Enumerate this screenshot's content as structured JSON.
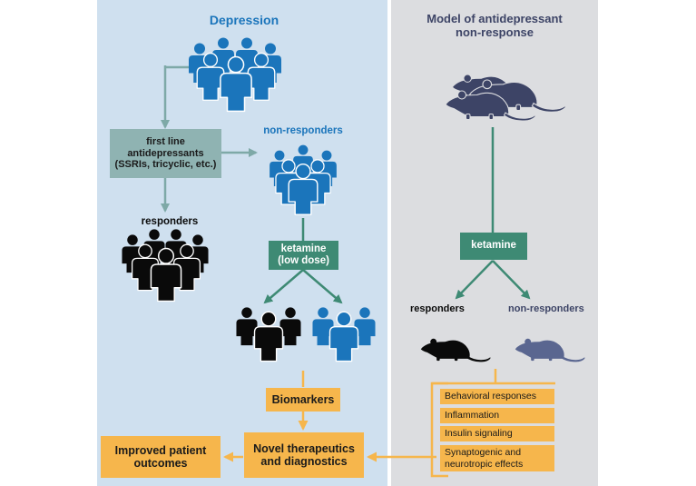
{
  "left_panel": {
    "title": "Depression",
    "first_line_box": [
      "first line",
      "antidepressants",
      "(SSRIs, tricyclic, etc.)"
    ],
    "non_responders_label": "non-responders",
    "responders_label": "responders",
    "ketamine_box": [
      "ketamine",
      "(low dose)"
    ],
    "biomarkers_label": "Biomarkers",
    "novel_box": [
      "Novel therapeutics",
      "and diagnostics"
    ],
    "improved_box": [
      "Improved patient",
      "outcomes"
    ]
  },
  "right_panel": {
    "title": [
      "Model of antidepressant",
      "non-response"
    ],
    "ketamine_label": "ketamine",
    "responders_label": "responders",
    "non_responders_label": "non-responders",
    "findings": [
      "Behavioral responses",
      "Inflammation",
      "Insulin signaling",
      "Synaptogenic and neurotropic effects"
    ]
  },
  "colors": {
    "left_bg": "#cfe0ef",
    "right_bg": "#dcdde0",
    "blue_people": "#1b75bb",
    "black_people": "#0a0a0a",
    "rat_dark": "#3d4466",
    "rat_light": "#5a6690",
    "teal_arrow": "#7ea9a7",
    "green_arrow": "#3e8a74",
    "orange": "#f6b64c",
    "title_blue": "#1b75bb",
    "title_navy": "#3d4466"
  }
}
